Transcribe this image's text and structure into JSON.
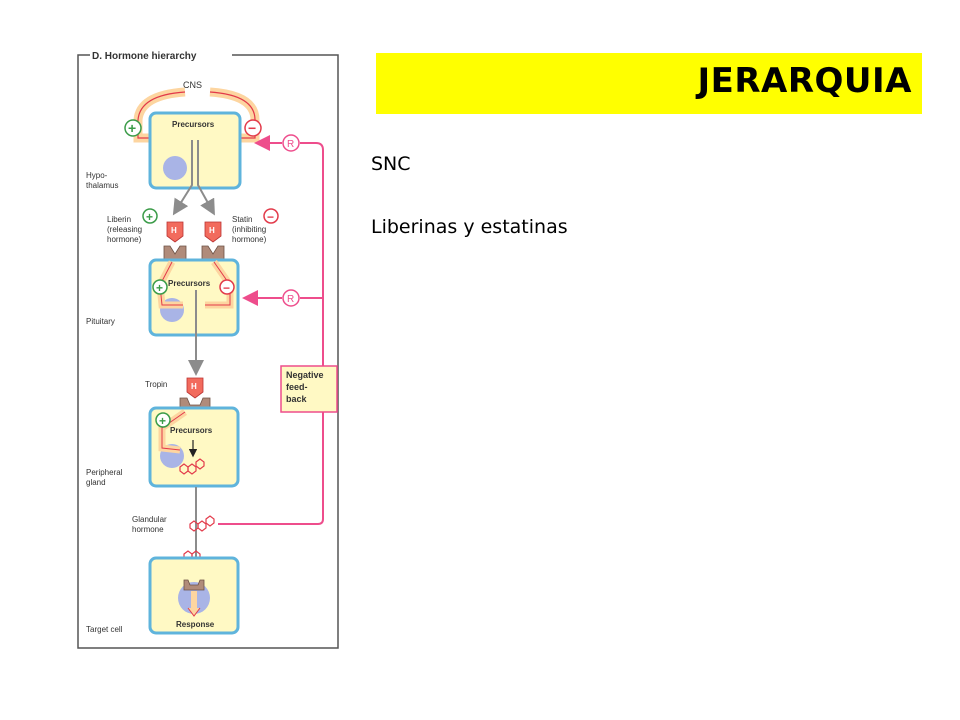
{
  "title": "JERARQUIA",
  "bullets": [
    "SNC",
    "Liberinas y estatinas"
  ],
  "colors": {
    "title_background": "#ffff00",
    "cell_fill": "#fff9c4",
    "cell_border": "#5fb4dc",
    "nucleus": "#a9b4e6",
    "feedback": "#ee4d8c",
    "arrow_gray": "#8c8c8c",
    "stimulate": "#3a9b48",
    "inhibit": "#e23a4a",
    "hormone": "#f26b5d",
    "receptor": "#b08b7a"
  },
  "figure": {
    "title": "D. Hormone hierarchy",
    "cns": "CNS",
    "precursors": "Precursors",
    "hypothalamus": [
      "Hypo-",
      "thalamus"
    ],
    "liberin": [
      "Liberin",
      "(releasing",
      "hormone)"
    ],
    "statin": [
      "Statin",
      "(inhibiting",
      "hormone)"
    ],
    "pituitary": "Pituitary",
    "tropin": "Tropin",
    "negative_feedback": [
      "Negative",
      "feed-",
      "back"
    ],
    "peripheral_gland": [
      "Peripheral",
      "gland"
    ],
    "glandular_hormone": [
      "Glandular",
      "hormone"
    ],
    "target_cell": "Target cell",
    "response": "Response",
    "receptor_letter": "R",
    "hormone_letter": "H",
    "plus": "+",
    "minus": "−"
  }
}
